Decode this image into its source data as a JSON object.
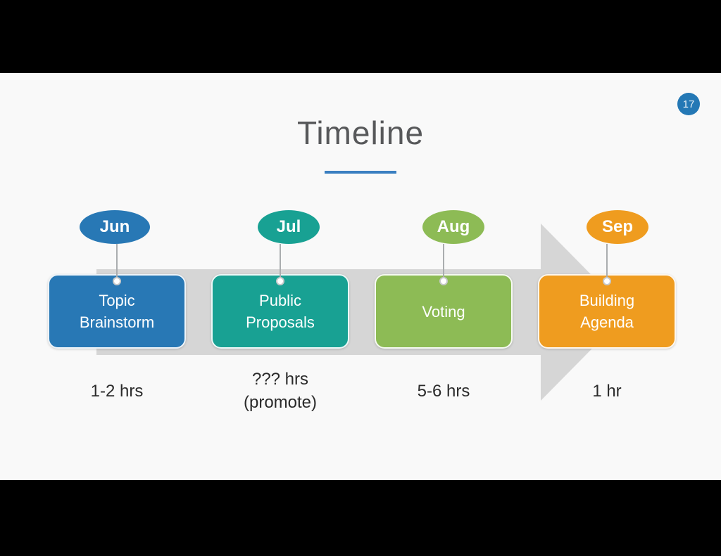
{
  "slide": {
    "page_number": "17",
    "title": "Timeline",
    "colors": {
      "badge_blue": "#2478b5",
      "underline_blue": "#3a7fc1",
      "band_gray": "#d6d6d6",
      "stage_blue": "#2878b5",
      "stage_teal": "#18a193",
      "stage_green": "#8dbb55",
      "stage_orange": "#ef9c1f",
      "slide_background": "#f9f9f9"
    },
    "timeline": {
      "columns": [
        {
          "month": "Jun",
          "color": "#2878b5",
          "stage": "Topic\nBrainstorm",
          "duration": "1-2 hrs"
        },
        {
          "month": "Jul",
          "color": "#18a193",
          "stage": "Public\nProposals",
          "duration": "??? hrs\n(promote)"
        },
        {
          "month": "Aug",
          "color": "#8dbb55",
          "stage": "Voting",
          "duration": "5-6 hrs"
        },
        {
          "month": "Sep",
          "color": "#ef9c1f",
          "stage": "Building\nAgenda",
          "duration": "1 hr"
        }
      ]
    }
  }
}
